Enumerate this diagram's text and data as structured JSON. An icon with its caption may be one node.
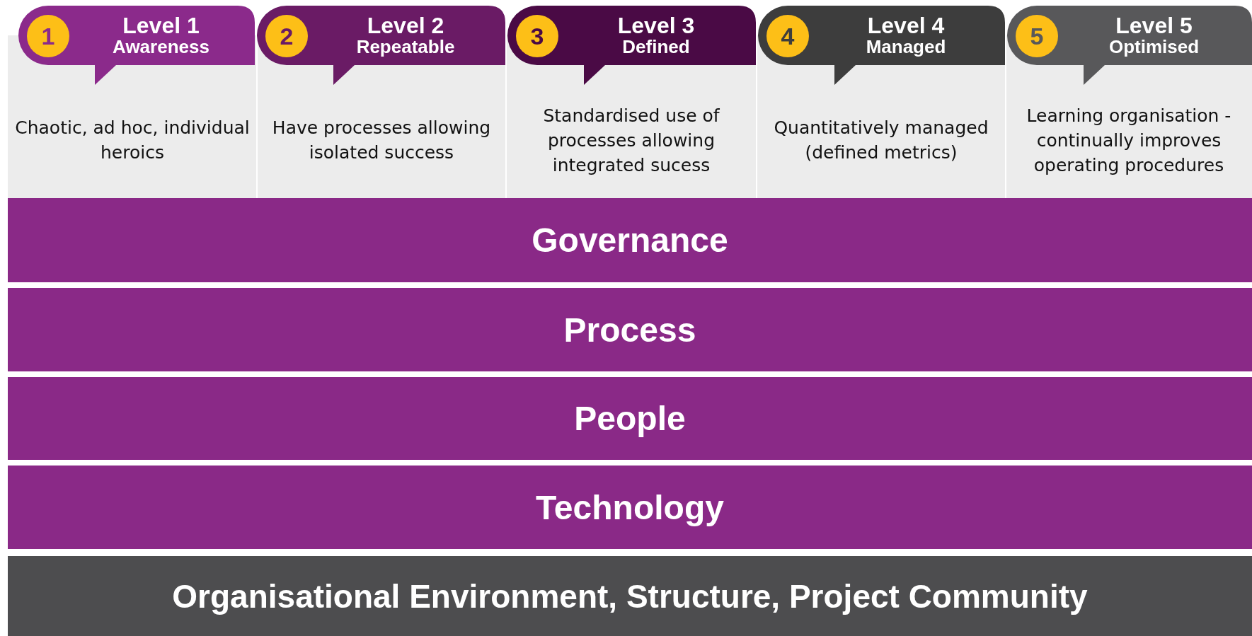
{
  "diagram": {
    "nodes": [
      {
        "text": [
          "Level 1",
          "Awareness"
        ],
        "beside": [
          "Chaotic, ad hoc, individual heroics"
        ]
      },
      {
        "text": [
          "1"
        ],
        "in": 0
      },
      {
        "text": [
          "Level 2",
          "Repeatable"
        ],
        "beside": [
          "Have processes allowing isolated success"
        ]
      },
      {
        "text": [
          "2"
        ],
        "in": 2
      },
      {
        "text": [
          "Level 3",
          "Defined"
        ],
        "beside": [
          "Standardised use of processes allowing integrated sucess"
        ]
      },
      {
        "text": [
          "3"
        ],
        "in": 4
      },
      {
        "text": [
          "Level 4",
          "Managed"
        ],
        "beside": [
          "Quantitatively managed (defined metrics)"
        ]
      },
      {
        "text": [
          "4"
        ],
        "in": 6
      },
      {
        "text": [
          "Level 5",
          "Optimised"
        ],
        "beside": [
          "Learning organisation - continually improves operating procedures"
        ]
      },
      {
        "text": [
          "5"
        ],
        "in": 8
      },
      {
        "text": [
          "Governance"
        ]
      },
      {
        "text": [
          "Process"
        ]
      },
      {
        "text": [
          "People"
        ]
      },
      {
        "text": [
          "Technology"
        ]
      },
      {
        "text": [
          "Organisational Environment, Structure, Project Community"
        ]
      }
    ]
  }
}
